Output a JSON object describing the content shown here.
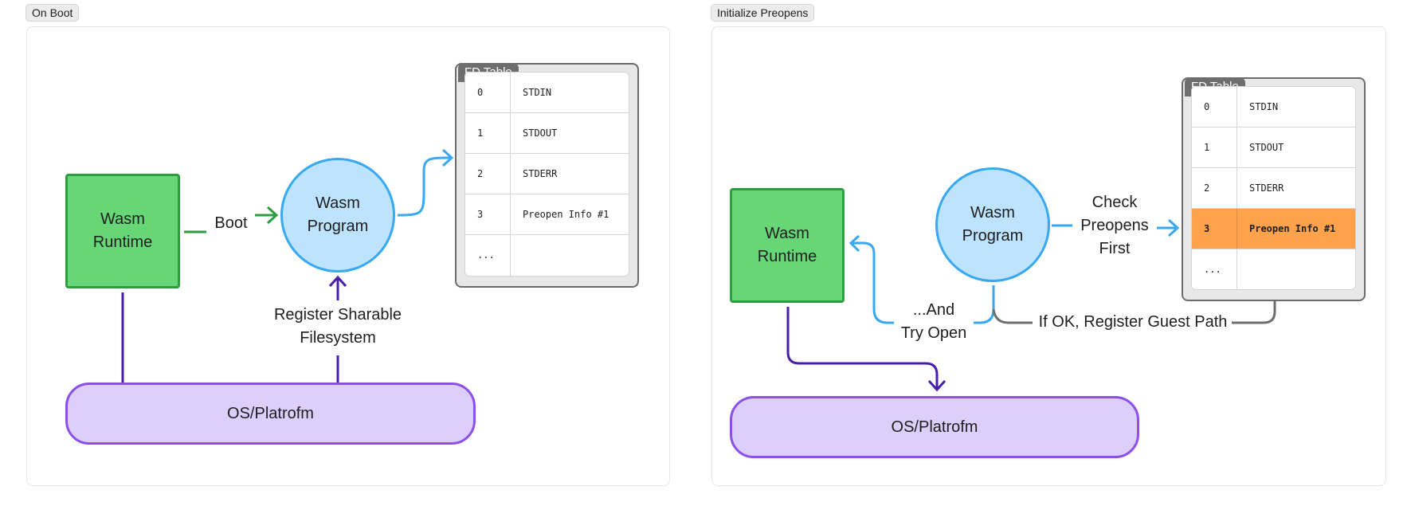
{
  "left_panel": {
    "tag": "On Boot",
    "runtime": "Wasm\nRuntime",
    "program": "Wasm\nProgram",
    "os": "OS/Platrofm",
    "boot_label": "Boot",
    "register_label": "Register Sharable\nFilesystem",
    "fd_table": {
      "title": "FD Table",
      "rows": [
        {
          "fd": "0",
          "name": "STDIN"
        },
        {
          "fd": "1",
          "name": "STDOUT"
        },
        {
          "fd": "2",
          "name": "STDERR"
        },
        {
          "fd": "3",
          "name": "Preopen Info #1"
        },
        {
          "fd": "...",
          "name": ""
        }
      ]
    }
  },
  "right_panel": {
    "tag": "Initialize Preopens",
    "runtime": "Wasm\nRuntime",
    "program": "Wasm\nProgram",
    "os": "OS/Platrofm",
    "check_label": "Check\nPreopens\nFirst",
    "try_open_label": "...And\nTry Open",
    "register_path_label": "If OK, Register Guest Path",
    "fd_table": {
      "title": "FD Table",
      "highlighted_row": 3,
      "rows": [
        {
          "fd": "0",
          "name": "STDIN"
        },
        {
          "fd": "1",
          "name": "STDOUT"
        },
        {
          "fd": "2",
          "name": "STDERR"
        },
        {
          "fd": "3",
          "name": "Preopen Info #1"
        },
        {
          "fd": "...",
          "name": ""
        }
      ]
    }
  },
  "colors": {
    "green_arrow": "#2e9c40",
    "blue_arrow": "#38a8f0",
    "purple_arrow": "#4a1fa8",
    "gray_arrow": "#6e6e6e",
    "highlight": "#ffa24c"
  }
}
